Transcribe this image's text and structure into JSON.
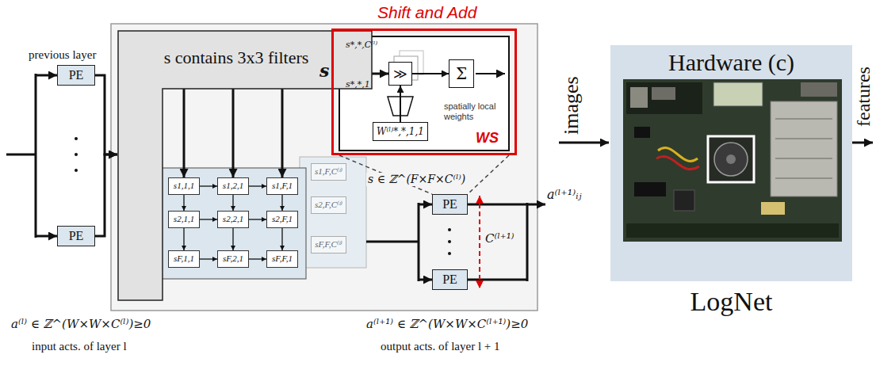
{
  "diagram": {
    "nodes": [
      {
        "text": [
          "PE"
        ]
      },
      {
        "text": [
          "PE"
        ]
      },
      {
        "text": [
          "s contains 3x3 filters"
        ]
      },
      {
        "text": [
          "s1,1,1"
        ]
      },
      {
        "text": [
          "s1,2,1"
        ]
      },
      {
        "text": [
          "s1,F,1"
        ]
      },
      {
        "text": [
          "s2,1,1"
        ]
      },
      {
        "text": [
          "s2,2,1"
        ]
      },
      {
        "text": [
          "s2,F,1"
        ]
      },
      {
        "text": [
          "sF,1,1"
        ]
      },
      {
        "text": [
          "sF,2,1"
        ]
      },
      {
        "text": [
          "sF,F,1"
        ]
      },
      {
        "text": [
          "s1,F,C⁽ˡ⁾"
        ]
      },
      {
        "text": [
          "s2,F,C⁽ˡ⁾"
        ]
      },
      {
        "text": [
          "sF,F,C⁽ˡ⁾"
        ]
      },
      {
        "text": [
          "Shift and Add",
          "WS"
        ]
      },
      {
        "text": [
          "≫"
        ],
        "in": 15
      },
      {
        "text": [
          "Σ"
        ],
        "in": 15
      },
      {
        "text": [
          "W⁽ˡ⁾*,*,1,1"
        ],
        "in": 15
      },
      {
        "text": [
          "PE"
        ]
      },
      {
        "text": [
          "PE"
        ]
      },
      {
        "text": [
          "Hardware (c)",
          "LogNet"
        ]
      }
    ],
    "edges": [
      {
        "from": 0,
        "to": 2,
        "arrow": "to"
      },
      {
        "from": 1,
        "to": 2,
        "arrow": "to"
      },
      {
        "from": 2,
        "to": 3,
        "arrow": "to"
      },
      {
        "from": 2,
        "to": 4,
        "arrow": "to"
      },
      {
        "from": 2,
        "to": 5,
        "arrow": "to"
      },
      {
        "from": 3,
        "to": 4,
        "arrow": "to"
      },
      {
        "from": 4,
        "to": 5,
        "arrow": "to"
      },
      {
        "from": 6,
        "to": 7,
        "arrow": "to"
      },
      {
        "from": 7,
        "to": 8,
        "arrow": "to"
      },
      {
        "from": 9,
        "to": 10,
        "arrow": "to"
      },
      {
        "from": 10,
        "to": 11,
        "arrow": "to"
      },
      {
        "from": 3,
        "to": 6,
        "arrow": "to"
      },
      {
        "from": 6,
        "to": 9,
        "arrow": "to"
      },
      {
        "from": 4,
        "to": 7,
        "arrow": "to"
      },
      {
        "from": 7,
        "to": 10,
        "arrow": "to"
      },
      {
        "from": 5,
        "to": 8,
        "arrow": "to"
      },
      {
        "from": 8,
        "to": 11,
        "arrow": "to"
      },
      {
        "from": 18,
        "to": 16,
        "arrow": "to"
      },
      {
        "from": 16,
        "to": 17,
        "arrow": "to"
      }
    ],
    "labels": [
      "previous layer",
      "a⁽ˡ⁾ ∈ ℤ^(W×W×C⁽ˡ⁾)≥0",
      "input acts. of layer l",
      "s",
      "s*,*,C⁽ˡ⁾",
      "s*,*,1",
      "spatially local weights",
      "s ∈ ℤ^(F×F×C⁽ˡ⁾)",
      "C⁽ˡ⁺¹⁾",
      "a⁽ˡ⁺¹⁾ᵢⱼ",
      "a⁽ˡ⁺¹⁾ ∈ ℤ^(W×W×C⁽ˡ⁺¹⁾)≥0",
      "output acts. of layer l + 1",
      "images",
      "features"
    ]
  }
}
